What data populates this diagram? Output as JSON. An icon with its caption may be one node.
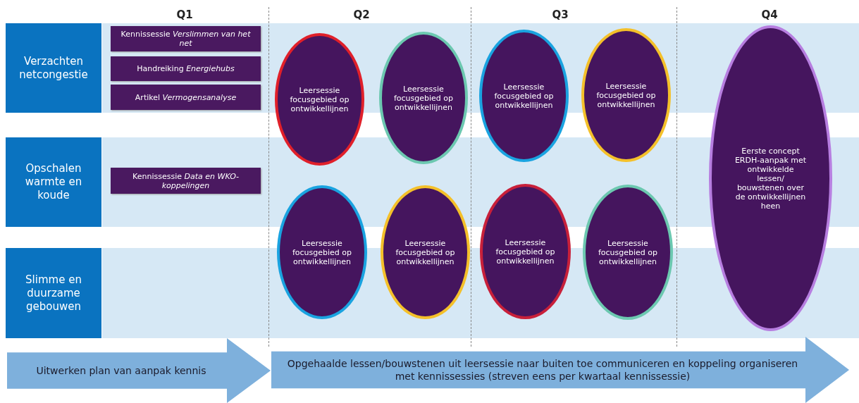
{
  "diagram": {
    "nodes": [
      {
        "text": [
          "Verzachten netcongestie"
        ]
      },
      {
        "text": [
          "Opschalen warmte en koude"
        ]
      },
      {
        "text": [
          "Slimme en duurzame gebouwen"
        ]
      },
      {
        "text": [
          "Kennissessie *Verslimmen van het net*"
        ]
      },
      {
        "text": [
          "Handreiking *Energiehubs*"
        ]
      },
      {
        "text": [
          "Artikel *Vermogensanalyse*"
        ]
      },
      {
        "text": [
          "Kennissessie *Data en WKO-koppelingen*"
        ]
      },
      {
        "text": [
          "Leersessie focusgebied op ontwikkellijnen"
        ]
      },
      {
        "text": [
          "Leersessie focusgebied op ontwikkellijnen"
        ]
      },
      {
        "text": [
          "Leersessie focusgebied op ontwikkellijnen"
        ]
      },
      {
        "text": [
          "Leersessie focusgebied op ontwikkellijnen"
        ]
      },
      {
        "text": [
          "Eerste concept ERDH-aanpak met ontwikkelde lessen/ bouwstenen over de ontwikkellijnen heen"
        ]
      },
      {
        "text": [
          "Leersessie focusgebied op ontwikkellijnen"
        ]
      },
      {
        "text": [
          "Leersessie focusgebied op ontwikkellijnen"
        ]
      },
      {
        "text": [
          "Leersessie focusgebied op ontwikkellijnen"
        ]
      },
      {
        "text": [
          "Leersessie focusgebied op ontwikkellijnen"
        ]
      },
      {
        "text": [
          "Uitwerken plan van aanpak kennis"
        ]
      },
      {
        "text": [
          "Opgehaalde lessen/bouwstenen uit leersessie naar buiten toe communiceren en koppeling organiseren met kennissessies (streven eens per kwartaal kennissessie)"
        ]
      }
    ],
    "labels": [
      "Q1",
      "Q2",
      "Q3",
      "Q4"
    ]
  }
}
